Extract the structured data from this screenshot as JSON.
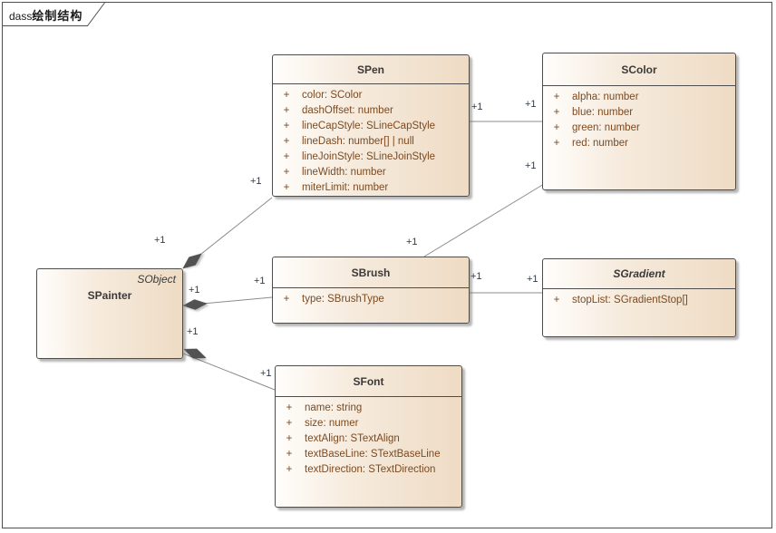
{
  "frame": {
    "title_prefix": "dass",
    "title": "绘制结构"
  },
  "classes": {
    "spainter": {
      "stereotype": "SObject",
      "name": "SPainter"
    },
    "spen": {
      "name": "SPen",
      "attributes": [
        {
          "vis": "+",
          "text": "color: SColor"
        },
        {
          "vis": "+",
          "text": "dashOffset: number"
        },
        {
          "vis": "+",
          "text": "lineCapStyle: SLineCapStyle"
        },
        {
          "vis": "+",
          "text": "lineDash: number[] | null"
        },
        {
          "vis": "+",
          "text": "lineJoinStyle: SLineJoinStyle"
        },
        {
          "vis": "+",
          "text": "lineWidth: number"
        },
        {
          "vis": "+",
          "text": "miterLimit: number"
        }
      ]
    },
    "scolor": {
      "name": "SColor",
      "attributes": [
        {
          "vis": "+",
          "text": "alpha: number"
        },
        {
          "vis": "+",
          "text": "blue: number"
        },
        {
          "vis": "+",
          "text": "green: number"
        },
        {
          "vis": "+",
          "text": "red: number"
        }
      ]
    },
    "sbrush": {
      "name": "SBrush",
      "attributes": [
        {
          "vis": "+",
          "text": "type: SBrushType"
        }
      ]
    },
    "sgradient": {
      "name": "SGradient",
      "attributes": [
        {
          "vis": "+",
          "text": "stopList: SGradientStop[]"
        }
      ]
    },
    "sfont": {
      "name": "SFont",
      "attributes": [
        {
          "vis": "+",
          "text": "name: string"
        },
        {
          "vis": "+",
          "text": "size: numer"
        },
        {
          "vis": "+",
          "text": "textAlign: STextAlign"
        },
        {
          "vis": "+",
          "text": "textBaseLine: STextBaseLine"
        },
        {
          "vis": "+",
          "text": "textDirection: STextDirection"
        }
      ]
    }
  },
  "connectors": {
    "painter_pen": {
      "type": "composition",
      "source_label": "+1",
      "target_label": "+1"
    },
    "painter_brush": {
      "type": "composition",
      "source_label": "+1",
      "target_label": "+1"
    },
    "painter_font": {
      "type": "composition",
      "source_label": "+1",
      "target_label": "+1"
    },
    "pen_color": {
      "type": "association",
      "source_label": "+1",
      "target_label": "+1"
    },
    "brush_color": {
      "type": "association",
      "source_label": "+1",
      "target_label": "+1"
    },
    "brush_gradient": {
      "type": "association",
      "source_label": "+1",
      "target_label": "+1"
    }
  },
  "colors": {
    "box_fill_light": "#fffefc",
    "box_fill_dark": "#eedbc4",
    "box_border": "#4d4d4d",
    "attribute_text": "#7c4a21",
    "connector_line": "#8c8c8c",
    "diamond_fill": "#525252"
  }
}
